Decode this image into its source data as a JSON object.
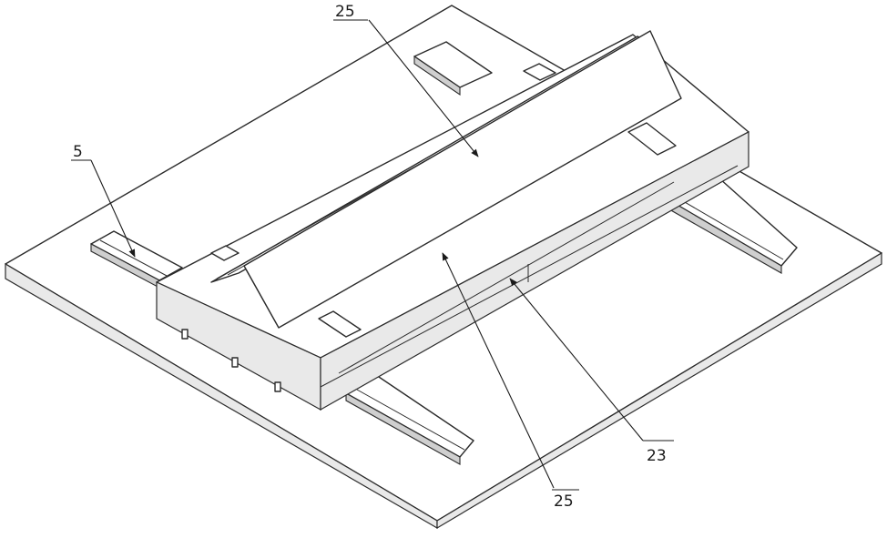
{
  "callouts": [
    {
      "id": "c25top",
      "label": "25"
    },
    {
      "id": "c5",
      "label": "5"
    },
    {
      "id": "c23",
      "label": "23"
    },
    {
      "id": "c25bottom",
      "label": "25"
    }
  ]
}
